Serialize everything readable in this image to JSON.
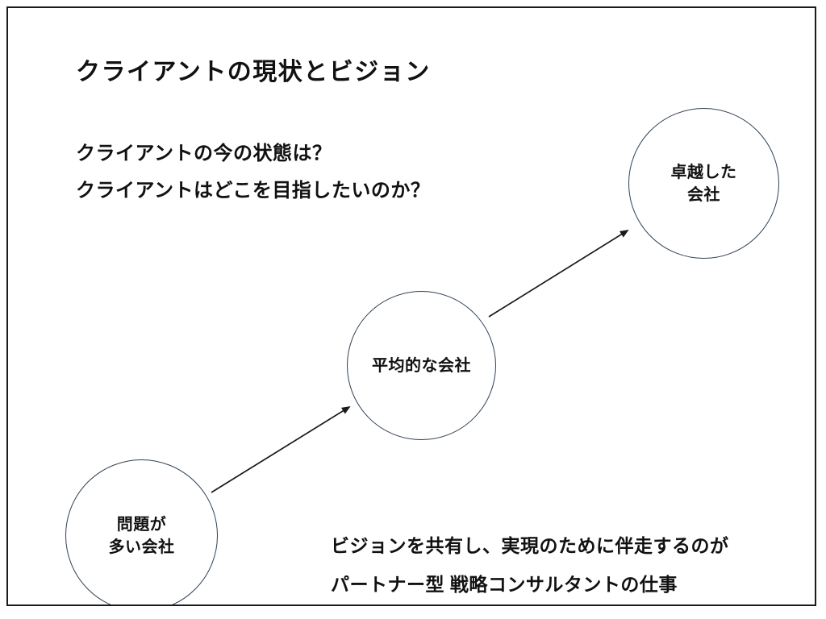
{
  "slide": {
    "title": "クライアントの現状とビジョン",
    "questions": [
      "クライアントの今の状態は？",
      "クライアントはどこを目指したいのか？"
    ],
    "footer": {
      "line1": "ビジョンを共有し、実現のために伴走するのが",
      "line2": "パートナー型 戦略コンサルタントの仕事"
    }
  },
  "diagram": {
    "type": "staged-progression",
    "nodes": [
      {
        "id": "problem-company",
        "lines": [
          "問題が",
          "多い会社"
        ],
        "position": "bottom-left"
      },
      {
        "id": "average-company",
        "lines": [
          "平均的な会社"
        ],
        "position": "middle"
      },
      {
        "id": "excellent-company",
        "lines": [
          "卓越した",
          "会社"
        ],
        "position": "top-right"
      }
    ],
    "arrows": [
      {
        "from": "problem-company",
        "to": "average-company"
      },
      {
        "from": "average-company",
        "to": "excellent-company"
      }
    ]
  },
  "colors": {
    "background": "#ffffff",
    "frame_border": "#1b1b1b",
    "circle_stroke": "#2f4154",
    "arrow": "#1a1a1a",
    "text": "#111111"
  }
}
